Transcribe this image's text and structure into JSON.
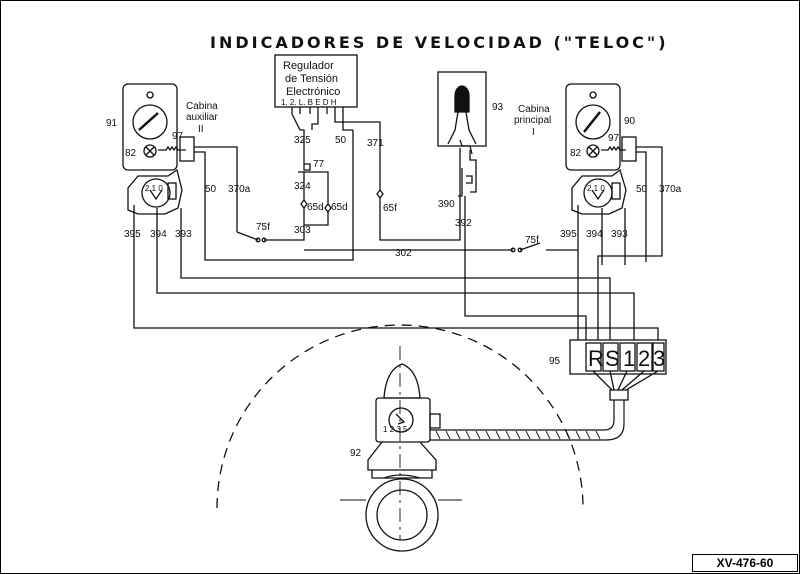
{
  "title": "INDICADORES DE VELOCIDAD (\"TELOC\")",
  "drawing_ref": "XV-476-60",
  "regulator": {
    "line1": "Regulador",
    "line2": "de Tensión",
    "line3": "Electrónico",
    "terminals": "1. 2. L. B E D H"
  },
  "cabins": {
    "aux": {
      "line1": "Cabina",
      "line2": "auxiliar",
      "roman": "II"
    },
    "main": {
      "line1": "Cabina",
      "line2": "principal",
      "roman": "I"
    }
  },
  "components": {
    "c91": "91",
    "c90": "90",
    "c93": "93",
    "c95": "95",
    "c92": "92",
    "c97a": "97",
    "c97b": "97",
    "c82a": "82",
    "c82b": "82",
    "c77": "77",
    "c75f_a": "75f",
    "c75f_b": "75f"
  },
  "wires": {
    "w325": "325",
    "w50_top": "50",
    "w371": "371",
    "w324": "324",
    "w65d_a": "65d",
    "w65d_b": "65d",
    "w65f": "65f",
    "w303": "303",
    "w302": "302",
    "w390": "390",
    "w392": "392",
    "w50_l": "50",
    "w370a_l": "370a",
    "w50_r": "50",
    "w370a_r": "370a",
    "w395_l": "395",
    "w394_l": "394",
    "w393_l": "393",
    "w395_r": "395",
    "w394_r": "394",
    "w393_r": "393"
  },
  "connector_95": [
    "R",
    "S",
    "1",
    "2",
    "3"
  ],
  "gauge_terminals": "2 1 0",
  "sensor_terminals": "1 2 3 5"
}
